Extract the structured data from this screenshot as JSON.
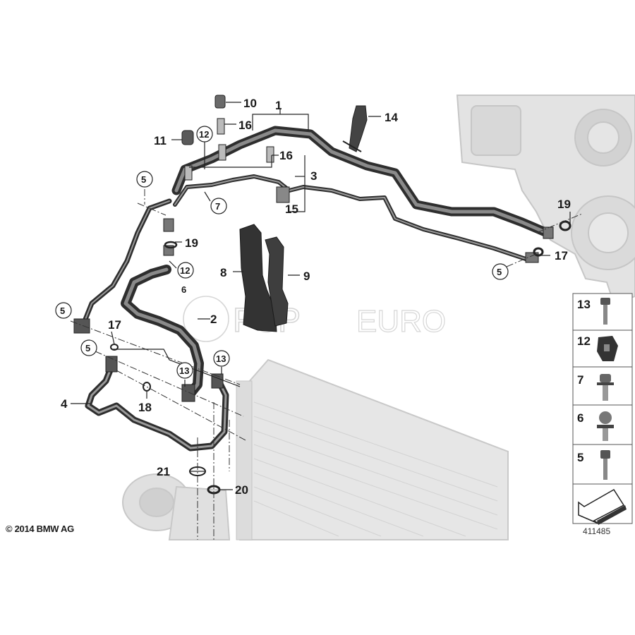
{
  "callouts": {
    "c1": "1",
    "c2": "2",
    "c3": "3",
    "c4": "4",
    "c5a": "5",
    "c5b": "5",
    "c5c": "5",
    "c5d": "5",
    "c6": "6",
    "c7": "7",
    "c8": "8",
    "c9": "9",
    "c10": "10",
    "c11": "11",
    "c12a": "12",
    "c12b": "12",
    "c13a": "13",
    "c13b": "13",
    "c14": "14",
    "c15": "15",
    "c16a": "16",
    "c16b": "16",
    "c17a": "17",
    "c17b": "17",
    "c18": "18",
    "c19a": "19",
    "c19b": "19",
    "c20": "20",
    "c21": "21"
  },
  "legend": [
    "13",
    "12",
    "7",
    "6",
    "5"
  ],
  "watermark": {
    "brand_a": "FCP",
    "brand_b": "EURO"
  },
  "footer": {
    "copyright": "© 2014 BMW AG",
    "diagram_id": "411485"
  },
  "colors": {
    "hose": "#3a3a3a",
    "hose_highlight": "#8a8a8a",
    "ghost_part": "#d6d6d6",
    "line": "#222222"
  }
}
